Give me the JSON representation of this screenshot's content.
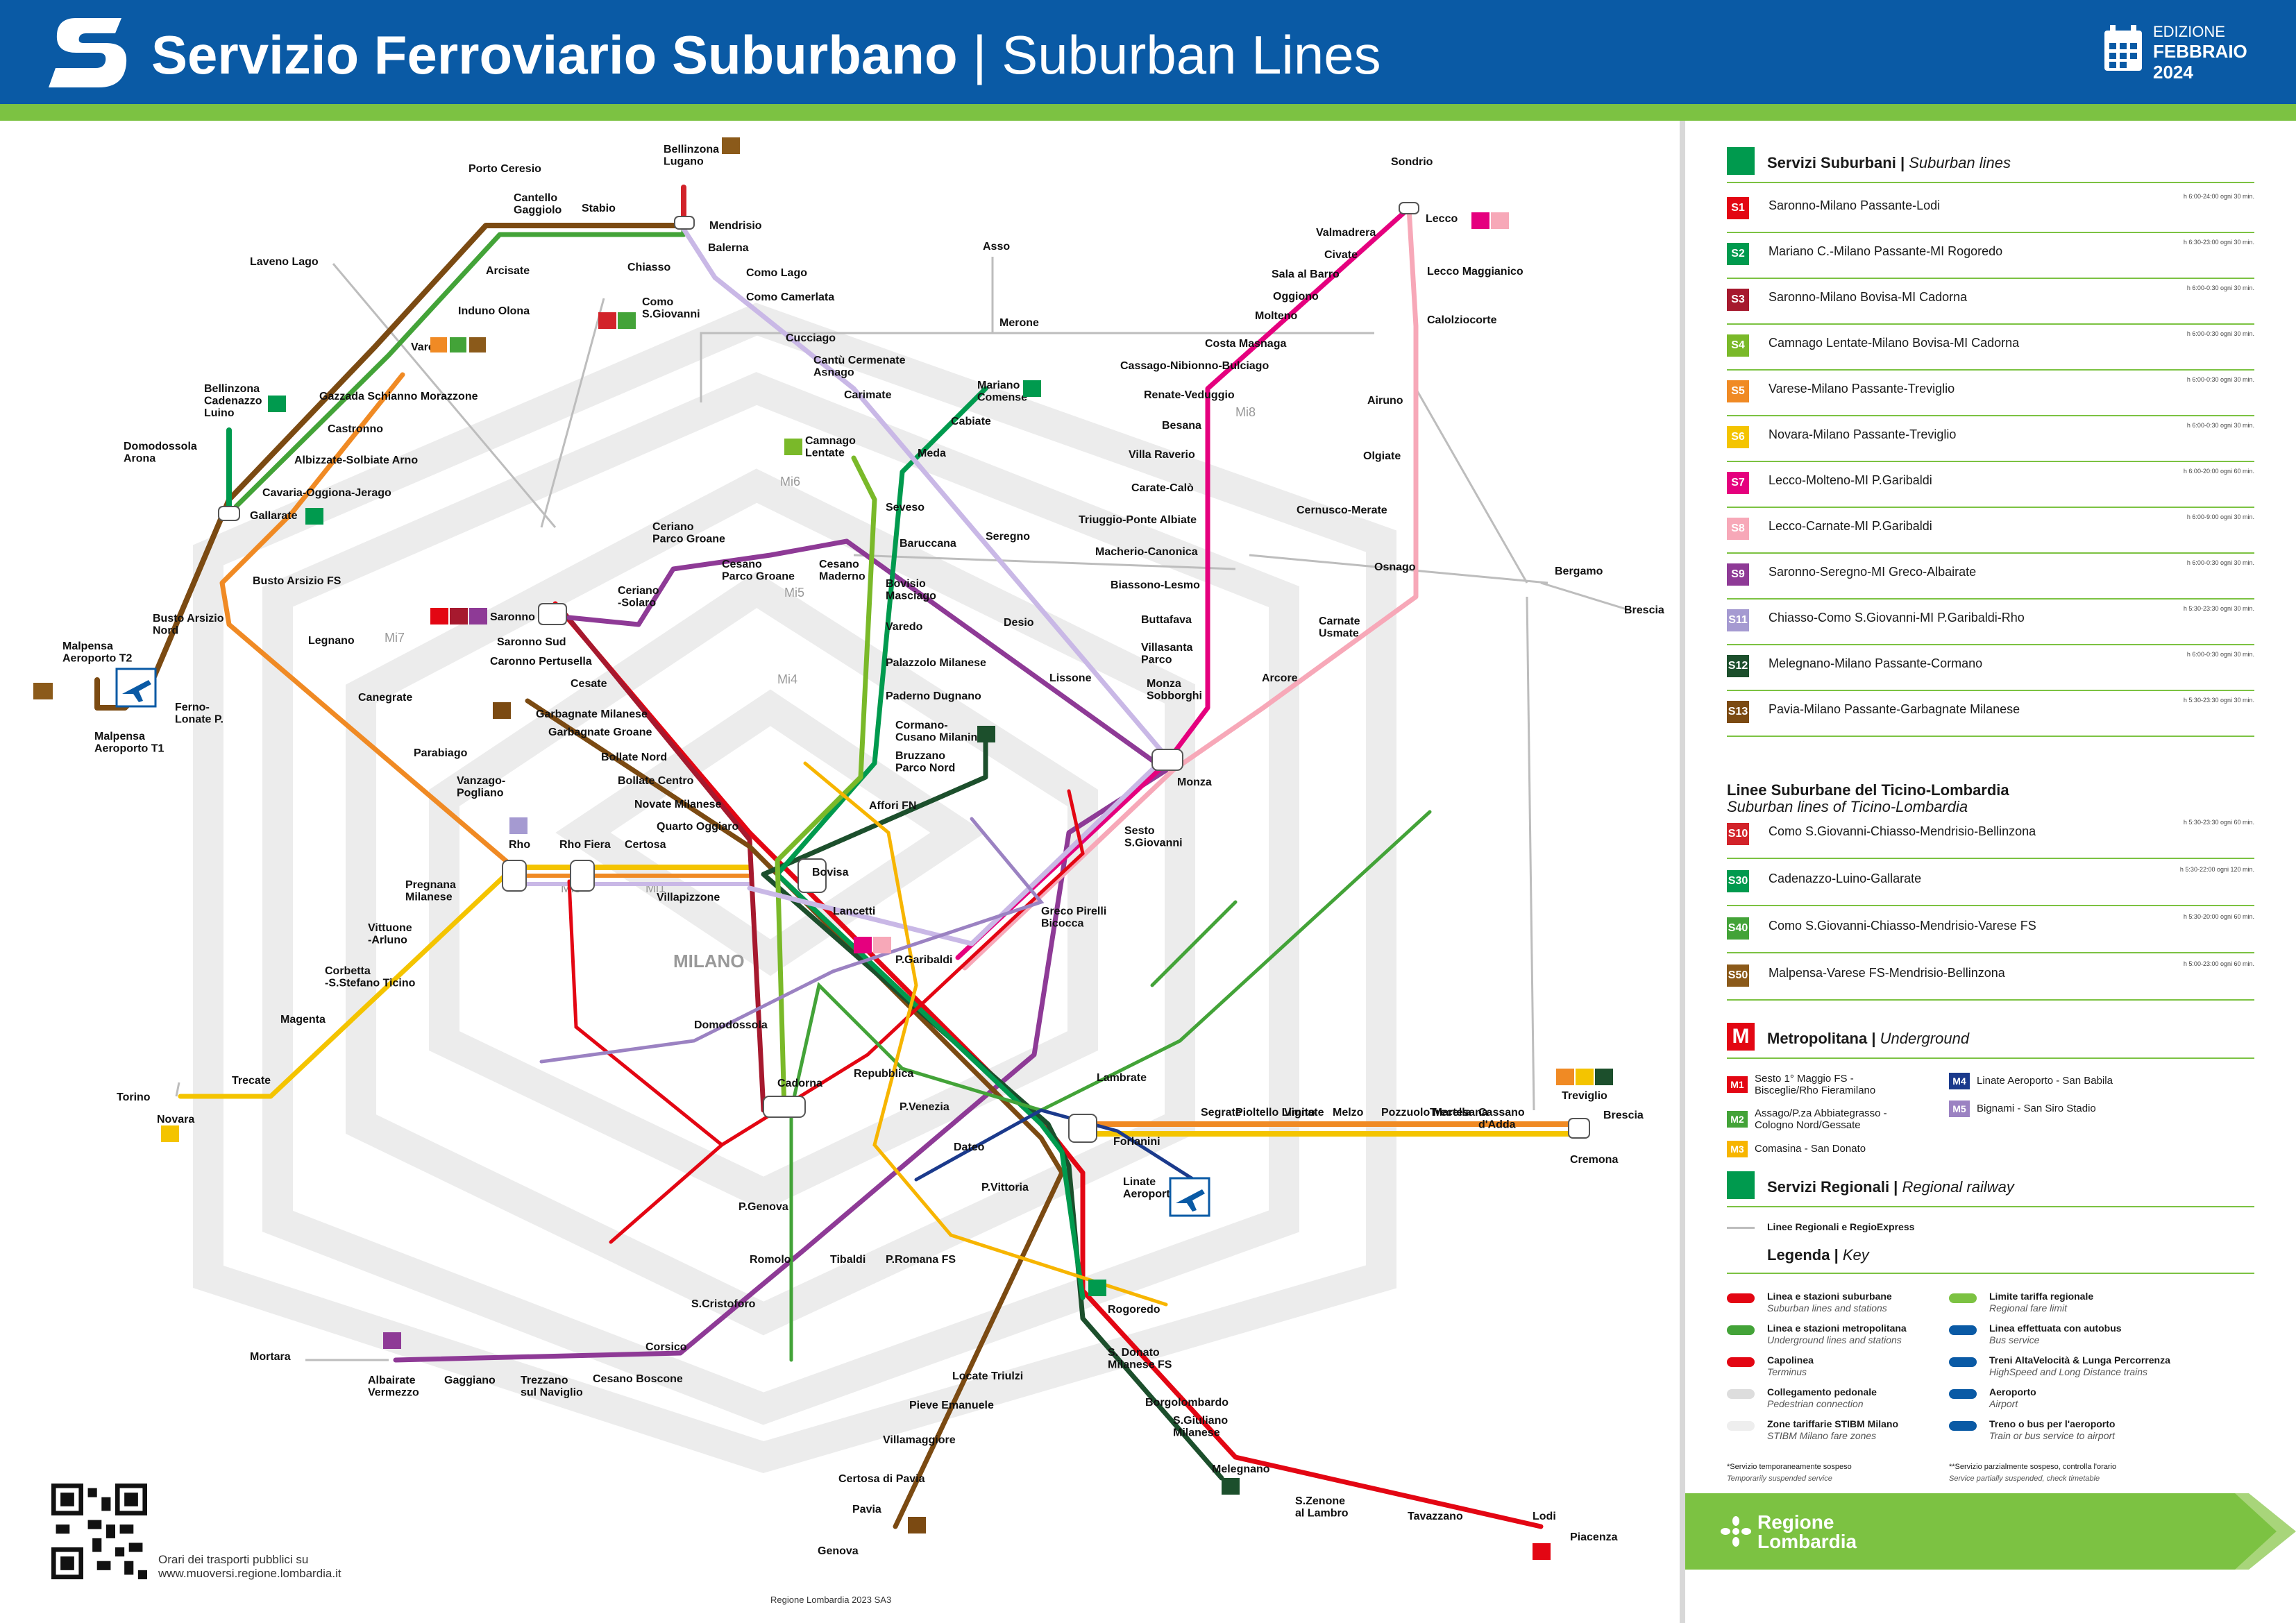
{
  "header": {
    "title_main": "Servizio Ferroviario Suburbano",
    "title_sep": " | ",
    "title_sub": "Suburban Lines",
    "edition_label": "EDIZIONE",
    "edition_month": "FEBBRAIO",
    "edition_year": "2024"
  },
  "colors": {
    "S1": "#e30613",
    "S2": "#009a4e",
    "S3": "#a6192e",
    "S4": "#7ab929",
    "S5": "#f08a24",
    "S6": "#f4c400",
    "S7": "#e5007e",
    "S8": "#f7a8b8",
    "S9": "#8e3a96",
    "S11": "#a59ad1",
    "S12": "#1c4f2c",
    "S13": "#7b4a12",
    "S10": "#d2232a",
    "S30": "#009a4e",
    "S40": "#43a338",
    "S50": "#8b5a1a",
    "M1": "#e30613",
    "M2": "#43a338",
    "M3": "#f7b500",
    "M4": "#1b3a8c",
    "M5": "#9b82c2",
    "regional": "#bdbdbd"
  },
  "map": {
    "city_label": "MILANO",
    "zones": [
      "Mi1",
      "Mi3",
      "Mi4",
      "Mi5",
      "Mi6",
      "Mi7",
      "Mi8"
    ],
    "stations": {
      "porto_ceresio": "Porto Ceresio",
      "cantello": "Cantello\nGaggiolo",
      "stabio": "Stabio",
      "mendrisio": "Mendrisio",
      "bellinzona_lugano": "Bellinzona\nLugano",
      "balerna": "Balerna",
      "chiasso": "Chiasso",
      "como_lago": "Como Lago",
      "como_sg": "Como\nS.Giovanni",
      "como_camerlata": "Como Camerlata",
      "laveno": "Laveno Lago",
      "arcisate": "Arcisate",
      "induno": "Induno Olona",
      "varese": "Varese FS",
      "gazzada": "Gazzada Schianno Morazzone",
      "castronno": "Castronno",
      "albizzate": "Albizzate-Solbiate Arno",
      "cavaria": "Cavaria-Oggiona-Jerago",
      "gallarate": "Gallarate",
      "busto_fs": "Busto Arsizio FS",
      "busto_nord": "Busto Arsizio\nNord",
      "bellinzona_cad": "Bellinzona\nCadenazzo\nLuino",
      "domodossola": "Domodossola\nArona",
      "malpensa_t2": "Malpensa\nAeroporto T2",
      "malpensa_t1": "Malpensa\nAeroporto T1",
      "ferno": "Ferno-\nLonate P.",
      "legnano": "Legnano",
      "canegrate": "Canegrate",
      "parabiago": "Parabiago",
      "vanzago": "Vanzago-\nPogliano",
      "rho": "Rho",
      "rho_fiera": "Rho Fiera",
      "certosa": "Certosa",
      "villapizzone": "Villapizzone",
      "pregnana": "Pregnana\nMilanese",
      "vittuone": "Vittuone\n-Arluno",
      "corbetta": "Corbetta\n-S.Stefano Ticino",
      "magenta": "Magenta",
      "trecate": "Trecate",
      "novara": "Novara",
      "torino": "Torino",
      "saronno": "Saronno",
      "saronno_sud": "Saronno Sud",
      "caronno": "Caronno Pertusella",
      "cesate": "Cesate",
      "garbagnate_mil": "Garbagnate Milanese",
      "garbagnate_gr": "Garbagnate Groane",
      "bollate_nord": "Bollate Nord",
      "bollate_centro": "Bollate Centro",
      "novate": "Novate Milanese",
      "quarto_oggiaro": "Quarto Oggiaro",
      "bovisa": "Bovisa",
      "lancetti": "Lancetti",
      "p_garibaldi": "P.Garibaldi",
      "affori": "Affori FN",
      "bruzzano": "Bruzzano\nParco Nord",
      "cormano": "Cormano-\nCusano Milanino",
      "paderno": "Paderno Dugnano",
      "palazzolo": "Palazzolo Milanese",
      "varedo": "Varedo",
      "bovisio": "Bovisio\nMasciago",
      "cesano_maderno": "Cesano\nMaderno",
      "cesano_groane": "Cesano\nParco Groane",
      "ceriano_groane": "Ceriano\nParco Groane",
      "ceriano_solaro": "Ceriano\n-Solaro",
      "seveso": "Seveso",
      "meda": "Meda",
      "camnago": "Camnago\nLentate",
      "cantu": "Cantù Cermenate\nAsnago",
      "cucciago": "Cucciago",
      "carimate": "Carimate",
      "asso": "Asso",
      "merone": "Merone",
      "mariano": "Mariano\nComense",
      "cabiate": "Cabiate",
      "baruccana": "Baruccana",
      "seregno": "Seregno",
      "desio": "Desio",
      "lissone": "Lissone",
      "monza": "Monza",
      "sesto": "Sesto\nS.Giovanni",
      "greco": "Greco Pirelli\nBicocca",
      "lecco": "Lecco",
      "sondrio": "Sondrio",
      "valmadrera": "Valmadrera",
      "civate": "Civate",
      "sala_barro": "Sala al Barro",
      "oggiono": "Oggiono",
      "molteno": "Molteno",
      "costa": "Costa Masnaga",
      "cassago": "Cassago-Nibionno-Bulciago",
      "renate": "Renate-Veduggio",
      "besana": "Besana",
      "villa_raverio": "Villa Raverio",
      "carate": "Carate-Calò",
      "triuggio": "Triuggio-Ponte Albiate",
      "macherio": "Macherio-Canonica",
      "biassono": "Biassono-Lesmo",
      "buttafava": "Buttafava",
      "villasanta": "Villasanta\nParco",
      "monza_sobborghi": "Monza\nSobborghi",
      "lecco_maggianico": "Lecco Maggianico",
      "calolziocorte": "Calolziocorte",
      "airuno": "Airuno",
      "olgiate": "Olgiate",
      "cernusco": "Cernusco-Merate",
      "osnago": "Osnago",
      "carnate": "Carnate\nUsmate",
      "arcore": "Arcore",
      "bergamo": "Bergamo",
      "brescia": "Brescia",
      "domodossola_mi": "Domodossola",
      "cadorna": "Cadorna",
      "repubblica": "Repubblica",
      "p_venezia": "P.Venezia",
      "dateo": "Dateo",
      "p_vittoria": "P.Vittoria",
      "lambrate": "Lambrate",
      "forlanini": "Forlanini",
      "linate": "Linate\nAeroporto",
      "segrate": "Segrate",
      "pioltello": "Pioltello Limito",
      "vignate": "Vignate",
      "melzo": "Melzo",
      "pozzuolo": "Pozzuolo Martesana",
      "trecella": "Trecella",
      "cassano": "Cassano\nd'Adda",
      "treviglio": "Treviglio",
      "cremona": "Cremona",
      "p_genova": "P.Genova",
      "romolo": "Romolo",
      "tibaldi": "Tibaldi",
      "p_romana": "P.Romana FS",
      "rogoredo": "Rogoredo",
      "s_cristoforo": "S.Cristoforo",
      "corsico": "Corsico",
      "cesano_boscone": "Cesano Boscone",
      "trezzano": "Trezzano\nsul Naviglio",
      "gaggiano": "Gaggiano",
      "albairate": "Albairate\nVermezzo",
      "mortara": "Mortara",
      "locate": "Locate Triulzi",
      "pieve": "Pieve Emanuele",
      "villamaggiore": "Villamaggiore",
      "certosa_pavia": "Certosa di Pavia",
      "pavia": "Pavia",
      "genova": "Genova",
      "s_donato": "S. Donato\nMilanese FS",
      "borgolombardo": "Borgolombardo",
      "s_giuliano": "S.Giuliano\nMilanese",
      "melegnano": "Melegnano",
      "s_zenone": "S.Zenone\nal Lambro",
      "tavazzano": "Tavazzano",
      "lodi": "Lodi",
      "piacenza": "Piacenza"
    }
  },
  "legend": {
    "suburban_title": "Servizi Suburbani",
    "suburban_title_en": "Suburban lines",
    "lines": [
      {
        "id": "S1",
        "route": "Saronno-Milano Passante-Lodi",
        "freq": "h 6:00-24:00  ogni 30 min."
      },
      {
        "id": "S2",
        "route": "Mariano C.-Milano Passante-MI Rogoredo",
        "freq": "h 6:30-23:00  ogni 30 min."
      },
      {
        "id": "S3",
        "route": "Saronno-Milano Bovisa-MI Cadorna",
        "freq": "h 6:00-0:30  ogni 30 min."
      },
      {
        "id": "S4",
        "route": "Camnago Lentate-Milano Bovisa-MI Cadorna",
        "freq": "h 6:00-0:30  ogni 30 min."
      },
      {
        "id": "S5",
        "route": "Varese-Milano Passante-Treviglio",
        "freq": "h 6:00-0:30  ogni 30 min."
      },
      {
        "id": "S6",
        "route": "Novara-Milano Passante-Treviglio",
        "freq": "h 6:00-0:30  ogni 30 min."
      },
      {
        "id": "S7",
        "route": "Lecco-Molteno-MI P.Garibaldi",
        "freq": "h 6:00-20:00  ogni 60 min."
      },
      {
        "id": "S8",
        "route": "Lecco-Carnate-MI P.Garibaldi",
        "freq": "h 6:00-9:00  ogni 30 min."
      },
      {
        "id": "S9",
        "route": "Saronno-Seregno-MI Greco-Albairate",
        "freq": "h 6:00-0:30  ogni 30 min."
      },
      {
        "id": "S11",
        "route": "Chiasso-Como S.Giovanni-MI P.Garibaldi-Rho",
        "freq": "h 5:30-23:30  ogni 30 min."
      },
      {
        "id": "S12",
        "route": "Melegnano-Milano Passante-Cormano",
        "freq": "h 6:00-0:30  ogni 30 min."
      },
      {
        "id": "S13",
        "route": "Pavia-Milano Passante-Garbagnate Milanese",
        "freq": "h 5:30-23:30  ogni 30 min."
      }
    ],
    "ticino_title": "Linee Suburbane del Ticino-Lombardia",
    "ticino_title_en": "Suburban lines of Ticino-Lombardia",
    "ticino_lines": [
      {
        "id": "S10",
        "route": "Como S.Giovanni-Chiasso-Mendrisio-Bellinzona",
        "freq": "h 5:30-23:30  ogni 60 min."
      },
      {
        "id": "S30",
        "route": "Cadenazzo-Luino-Gallarate",
        "freq": "h 5:30-22:00  ogni 120 min."
      },
      {
        "id": "S40",
        "route": "Como S.Giovanni-Chiasso-Mendrisio-Varese FS",
        "freq": "h 5:30-20:00  ogni 60 min."
      },
      {
        "id": "S50",
        "route": "Malpensa-Varese FS-Mendrisio-Bellinzona",
        "freq": "h 5:00-23:00  ogni 60 min."
      }
    ],
    "metro_title": "Metropolitana",
    "metro_title_en": "Underground",
    "metro_lines": [
      {
        "id": "M1",
        "route": "Sesto 1° Maggio FS -\nBisceglie/Rho Fieramilano"
      },
      {
        "id": "M2",
        "route": "Assago/P.za Abbiategrasso -\nCologno Nord/Gessate"
      },
      {
        "id": "M3",
        "route": "Comasina - San Donato"
      },
      {
        "id": "M4",
        "route": "Linate Aeroporto - San Babila"
      },
      {
        "id": "M5",
        "route": "Bignami - San Siro Stadio"
      }
    ],
    "regional_title": "Servizi Regionali",
    "regional_title_en": "Regional railway",
    "regional_line": "Linee Regionali e RegioExpress",
    "key_title": "Legenda",
    "key_title_en": "Key",
    "keys": [
      {
        "it": "Linea e stazioni suburbane",
        "en": "Suburban lines and stations"
      },
      {
        "it": "Linea e stazioni metropolitana",
        "en": "Underground lines and stations"
      },
      {
        "it": "Capolinea",
        "en": "Terminus"
      },
      {
        "it": "Collegamento pedonale",
        "en": "Pedestrian connection"
      },
      {
        "it": "Zone tariffarie STIBM Milano",
        "en": "STIBM Milano fare zones"
      },
      {
        "it": "Limite tariffa regionale",
        "en": "Regional fare limit"
      },
      {
        "it": "Linea effettuata con autobus",
        "en": "Bus service"
      },
      {
        "it": "Treni AltaVelocità & Lunga Percorrenza",
        "en": "HighSpeed and Long Distance trains"
      },
      {
        "it": "Aeroporto",
        "en": "Airport"
      },
      {
        "it": "Treno o bus per l'aeroporto",
        "en": "Train or bus service to airport"
      }
    ],
    "note1": "*Servizio temporaneamente sospeso",
    "note1_en": "Temporarily suspended service",
    "note2": "**Servizio parzialmente sospeso, controlla l'orario",
    "note2_en": "Service partially suspended, check timetable",
    "region_name": "Regione\nLombardia"
  },
  "footer": {
    "orari_line1": "Orari dei trasporti pubblici su",
    "orari_line2": "www.muoversi.regione.lombardia.it",
    "copyright": "Regione Lombardia 2023 SA3"
  }
}
